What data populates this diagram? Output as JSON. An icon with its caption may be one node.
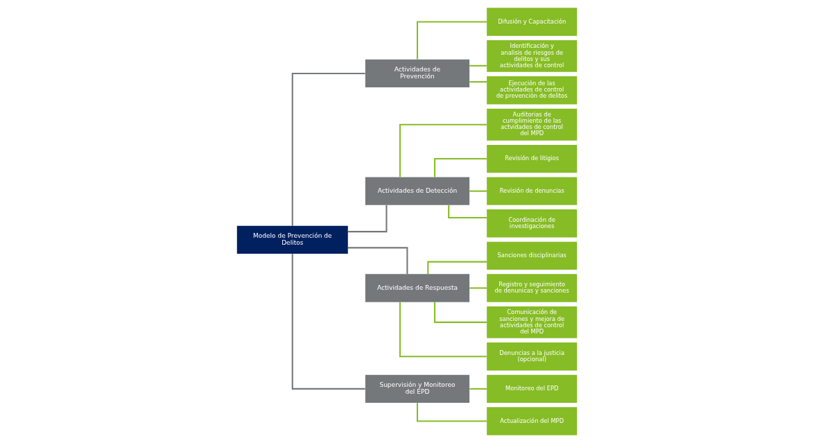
{
  "diagram": {
    "nodes": [
      {
        "text": [
          "Modelo de Prevención de Delitos"
        ]
      },
      {
        "text": [
          "Actividades de Prevención"
        ]
      },
      {
        "text": [
          "Actividades de Detección"
        ]
      },
      {
        "text": [
          "Actividades de Respuesta"
        ]
      },
      {
        "text": [
          "Supervisión y Monitoreo del EPD"
        ]
      },
      {
        "text": [
          "Difusión y Capacitación"
        ]
      },
      {
        "text": [
          "Identificación y analisis de riesgos de delitos y sus actividades de control"
        ]
      },
      {
        "text": [
          "Ejecución de las actividades de control de prevención de delitos"
        ]
      },
      {
        "text": [
          "Auditorias de cumplimiento de las actvidades de control del MPD"
        ]
      },
      {
        "text": [
          "Revisión de litigios"
        ]
      },
      {
        "text": [
          "Revisión de denuncias"
        ]
      },
      {
        "text": [
          "Coordinación de investigaciones"
        ]
      },
      {
        "text": [
          "Sanciones disciplinarias"
        ]
      },
      {
        "text": [
          "Registro y seguimiento de denunicas y sanciones"
        ]
      },
      {
        "text": [
          "Comunicación de sanciones y mejora de actividades de control del MPD"
        ]
      },
      {
        "text": [
          "Denuncias a la justicia (opcional)"
        ]
      },
      {
        "text": [
          "Monitoreo del EPD"
        ]
      },
      {
        "text": [
          "Actualización del MPD"
        ]
      }
    ],
    "edges": [
      {
        "from": 0,
        "to": 1,
        "arrow": "none",
        "color": "#75787b"
      },
      {
        "from": 0,
        "to": 2,
        "arrow": "none",
        "color": "#75787b"
      },
      {
        "from": 0,
        "to": 3,
        "arrow": "none",
        "color": "#75787b"
      },
      {
        "from": 0,
        "to": 4,
        "arrow": "none",
        "color": "#75787b"
      },
      {
        "from": 1,
        "to": 5,
        "arrow": "none"
      },
      {
        "from": 1,
        "to": 6,
        "arrow": "none"
      },
      {
        "from": 1,
        "to": 7,
        "arrow": "none"
      },
      {
        "from": 2,
        "to": 8,
        "arrow": "none"
      },
      {
        "from": 2,
        "to": 9,
        "arrow": "none"
      },
      {
        "from": 2,
        "to": 10,
        "arrow": "none"
      },
      {
        "from": 2,
        "to": 11,
        "arrow": "none"
      },
      {
        "from": 3,
        "to": 12,
        "arrow": "none"
      },
      {
        "from": 3,
        "to": 13,
        "arrow": "none"
      },
      {
        "from": 3,
        "to": 14,
        "arrow": "none"
      },
      {
        "from": 3,
        "to": 15,
        "arrow": "none"
      },
      {
        "from": 4,
        "to": 16,
        "arrow": "none"
      },
      {
        "from": 4,
        "to": 17,
        "arrow": "none"
      }
    ]
  }
}
